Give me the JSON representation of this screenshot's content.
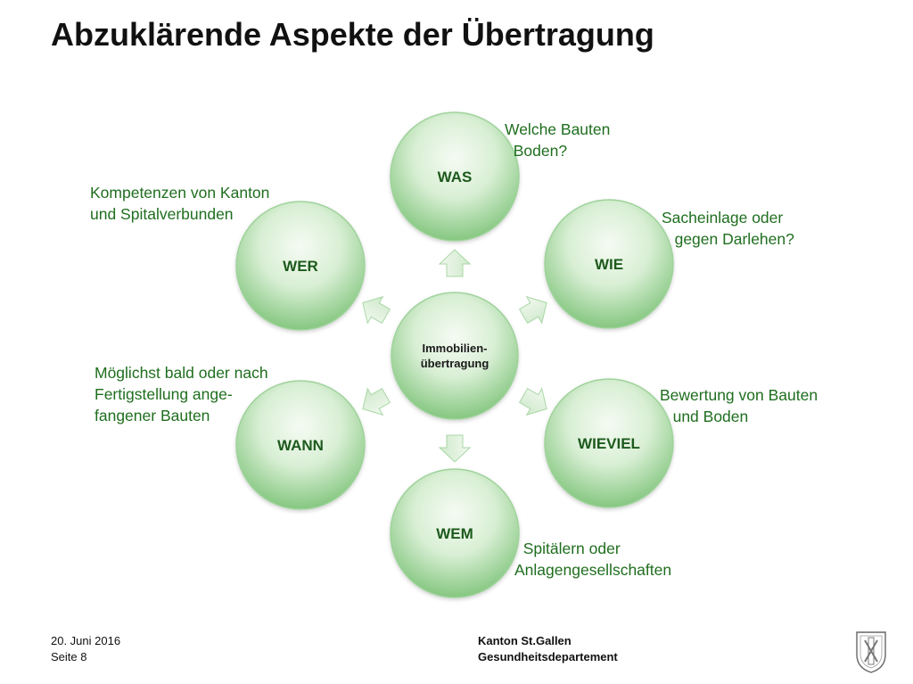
{
  "slide": {
    "title": "Abzuklärende Aspekte der Übertragung"
  },
  "diagram": {
    "center": {
      "label_line1": "Immobilien-",
      "label_line2": "übertragung"
    },
    "nodes": [
      {
        "id": "was",
        "label": "WAS"
      },
      {
        "id": "wie",
        "label": "WIE"
      },
      {
        "id": "wieviel",
        "label": "WIEVIEL"
      },
      {
        "id": "wem",
        "label": "WEM"
      },
      {
        "id": "wann",
        "label": "WANN"
      },
      {
        "id": "wer",
        "label": "WER"
      }
    ],
    "annotations": {
      "was": "Welche Bauten\n  Boden?",
      "wie": "Sacheinlage oder\n   gegen Darlehen?",
      "wieviel": "Bewertung von Bauten\n   und Boden",
      "wem": "  Spitälern oder\nAnlagengesellschaften",
      "wann": "Möglichst bald oder nach\nFertigstellung ange-\nfangener Bauten",
      "wer": "Kompetenzen von Kanton\nund Spitalverbunden"
    },
    "colors": {
      "circle_light": "#f2f9ef",
      "circle_dark": "#7fc47a",
      "circle_stroke": "#9fd39b",
      "arrow_fill": "#e6f3e3",
      "arrow_stroke": "#a9d7a5",
      "annotation_text": "#1f6e1f"
    }
  },
  "footer": {
    "date": "20. Juni 2016",
    "page": "Seite 8",
    "org": "Kanton St.Gallen",
    "dept": "Gesundheitsdepartement"
  }
}
